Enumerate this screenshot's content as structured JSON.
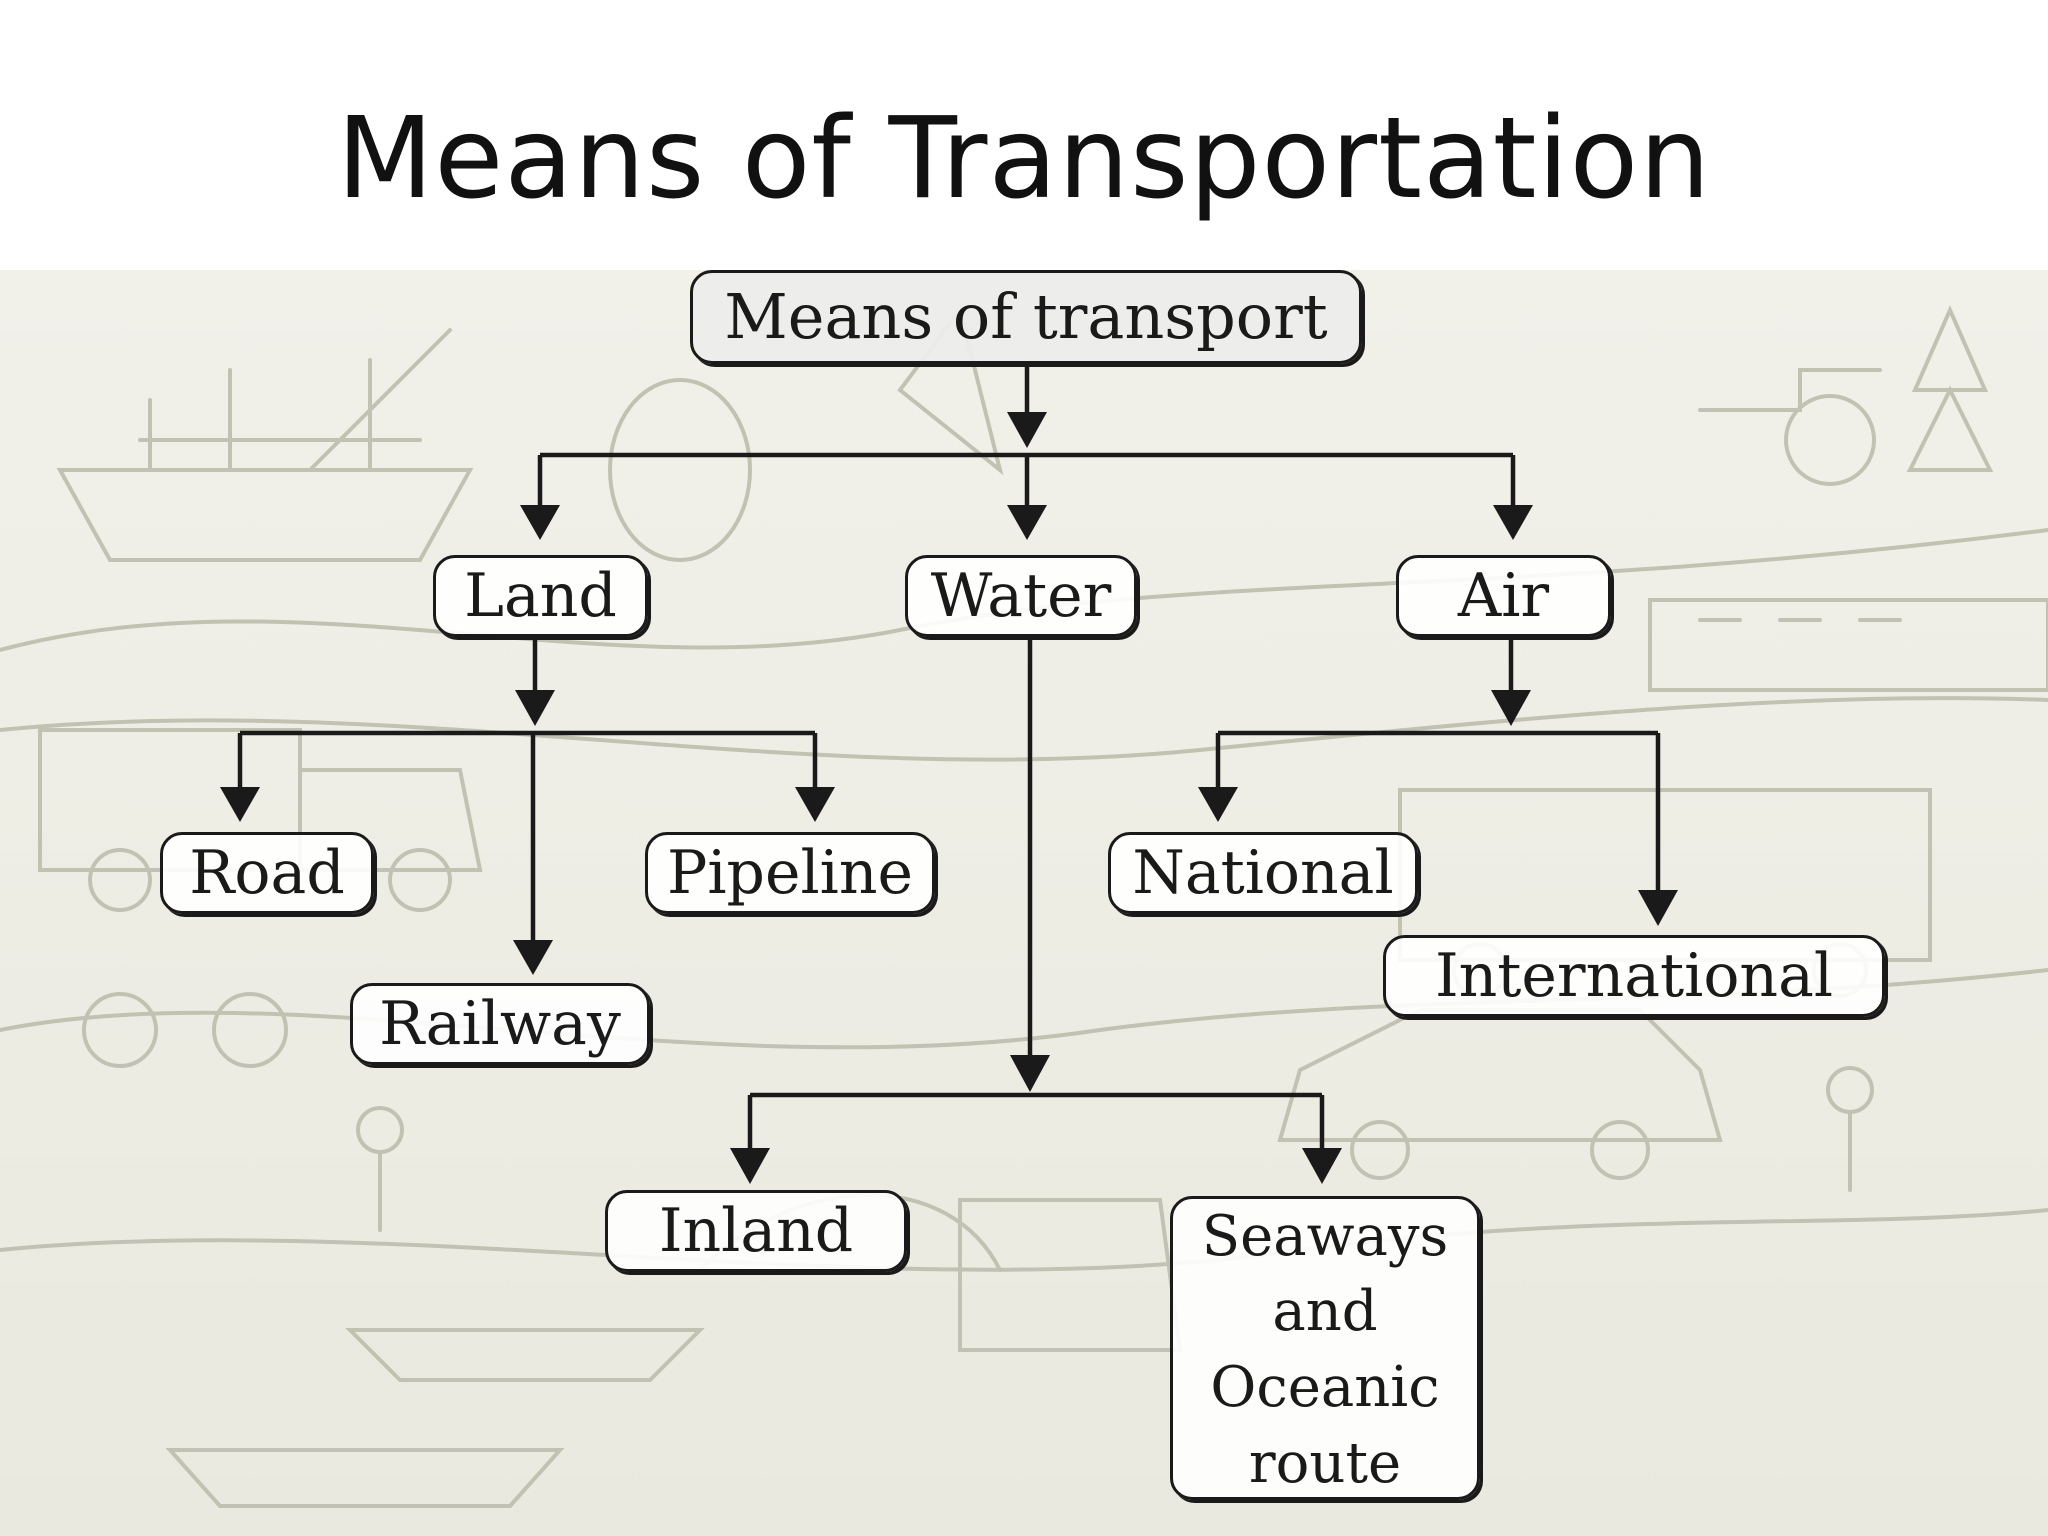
{
  "slide": {
    "title": "Means of Transportation",
    "background": "sketch-illustration-of-vehicles"
  },
  "diagram": {
    "root": "Means of transport",
    "categories": {
      "land": "Land",
      "water": "Water",
      "air": "Air"
    },
    "land_modes": {
      "road": "Road",
      "railway": "Railway",
      "pipeline": "Pipeline"
    },
    "water_modes": {
      "inland": "Inland",
      "seaways": "Seaways and Oceanic route"
    },
    "air_modes": {
      "national": "National",
      "international": "International"
    }
  },
  "colors": {
    "line": "#1a1a1a",
    "root_fill": "#ececec",
    "sketch": "#b9b9a8"
  }
}
